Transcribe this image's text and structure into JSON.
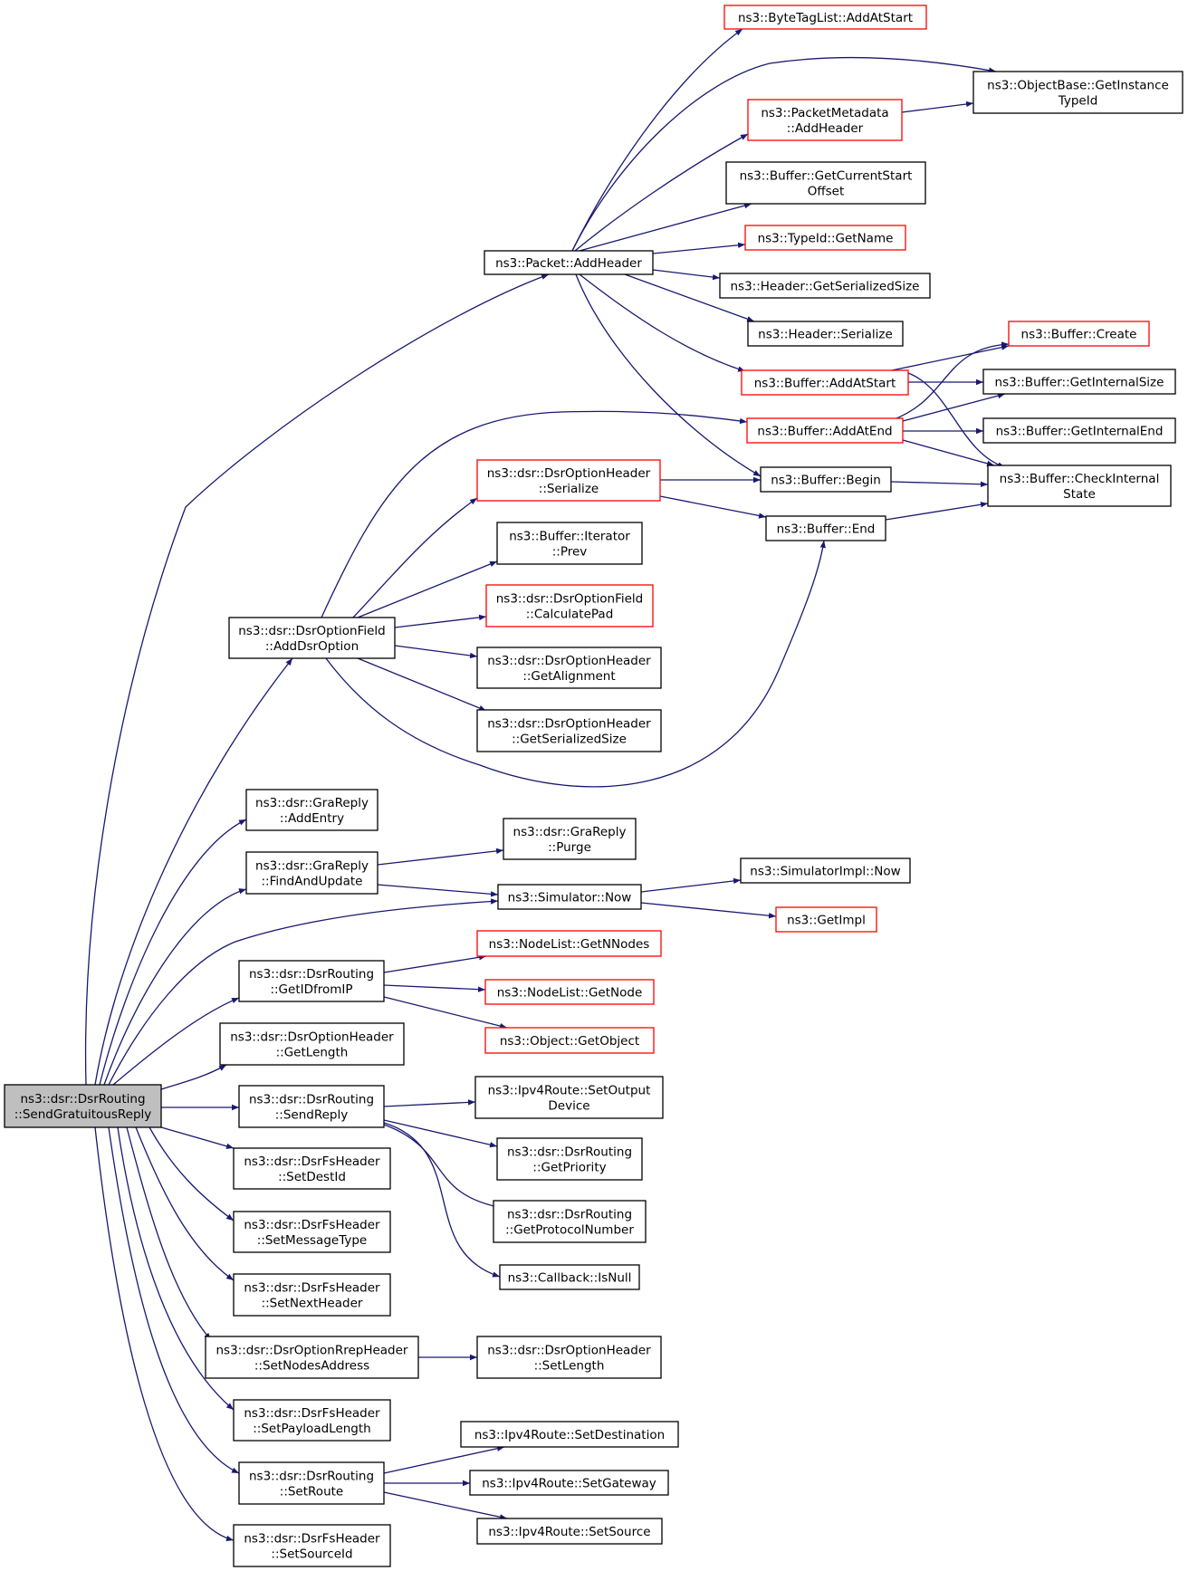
{
  "colors": {
    "edge": "#191970",
    "border_normal": "#000000",
    "border_truncated": "#ff0000",
    "root_fill": "#bfbfbf",
    "node_fill": "#ffffff"
  },
  "nodes": [
    {
      "id": "root",
      "lines": [
        "ns3::dsr::DsrRouting",
        "::SendGratuitousReply"
      ],
      "style": "root"
    },
    {
      "id": "pkt_addheader",
      "lines": [
        "ns3::Packet::AddHeader"
      ],
      "style": "normal"
    },
    {
      "id": "btl_addatstart",
      "lines": [
        "ns3::ByteTagList::AddAtStart"
      ],
      "style": "truncated"
    },
    {
      "id": "ob_getinstancetypeid",
      "lines": [
        "ns3::ObjectBase::GetInstance",
        "TypeId"
      ],
      "style": "normal"
    },
    {
      "id": "pm_addheader",
      "lines": [
        "ns3::PacketMetadata",
        "::AddHeader"
      ],
      "style": "truncated"
    },
    {
      "id": "buf_getcurrentstartoffset",
      "lines": [
        "ns3::Buffer::GetCurrentStart",
        "Offset"
      ],
      "style": "normal"
    },
    {
      "id": "typeid_getname",
      "lines": [
        "ns3::TypeId::GetName"
      ],
      "style": "truncated"
    },
    {
      "id": "hdr_getserializedsize",
      "lines": [
        "ns3::Header::GetSerializedSize"
      ],
      "style": "normal"
    },
    {
      "id": "hdr_serialize",
      "lines": [
        "ns3::Header::Serialize"
      ],
      "style": "normal"
    },
    {
      "id": "buf_create",
      "lines": [
        "ns3::Buffer::Create"
      ],
      "style": "truncated"
    },
    {
      "id": "buf_addatstart",
      "lines": [
        "ns3::Buffer::AddAtStart"
      ],
      "style": "truncated"
    },
    {
      "id": "buf_getinternalsize",
      "lines": [
        "ns3::Buffer::GetInternalSize"
      ],
      "style": "normal"
    },
    {
      "id": "buf_addatend",
      "lines": [
        "ns3::Buffer::AddAtEnd"
      ],
      "style": "truncated"
    },
    {
      "id": "buf_getinternalend",
      "lines": [
        "ns3::Buffer::GetInternalEnd"
      ],
      "style": "normal"
    },
    {
      "id": "doh_serialize",
      "lines": [
        "ns3::dsr::DsrOptionHeader",
        "::Serialize"
      ],
      "style": "truncated"
    },
    {
      "id": "buf_begin",
      "lines": [
        "ns3::Buffer::Begin"
      ],
      "style": "normal"
    },
    {
      "id": "buf_checkinternalstate",
      "lines": [
        "ns3::Buffer::CheckInternal",
        "State"
      ],
      "style": "normal"
    },
    {
      "id": "buf_end",
      "lines": [
        "ns3::Buffer::End"
      ],
      "style": "normal"
    },
    {
      "id": "bufit_prev",
      "lines": [
        "ns3::Buffer::Iterator",
        "::Prev"
      ],
      "style": "normal"
    },
    {
      "id": "dof_calculatepad",
      "lines": [
        "ns3::dsr::DsrOptionField",
        "::CalculatePad"
      ],
      "style": "truncated"
    },
    {
      "id": "dof_adddsroption",
      "lines": [
        "ns3::dsr::DsrOptionField",
        "::AddDsrOption"
      ],
      "style": "normal"
    },
    {
      "id": "doh_getalignment",
      "lines": [
        "ns3::dsr::DsrOptionHeader",
        "::GetAlignment"
      ],
      "style": "normal"
    },
    {
      "id": "doh_getserializedsize",
      "lines": [
        "ns3::dsr::DsrOptionHeader",
        "::GetSerializedSize"
      ],
      "style": "normal"
    },
    {
      "id": "gr_addentry",
      "lines": [
        "ns3::dsr::GraReply",
        "::AddEntry"
      ],
      "style": "normal"
    },
    {
      "id": "gr_purge",
      "lines": [
        "ns3::dsr::GraReply",
        "::Purge"
      ],
      "style": "normal"
    },
    {
      "id": "gr_findandupdate",
      "lines": [
        "ns3::dsr::GraReply",
        "::FindAndUpdate"
      ],
      "style": "normal"
    },
    {
      "id": "simimpl_now",
      "lines": [
        "ns3::SimulatorImpl::Now"
      ],
      "style": "normal"
    },
    {
      "id": "sim_now",
      "lines": [
        "ns3::Simulator::Now"
      ],
      "style": "normal"
    },
    {
      "id": "getimpl",
      "lines": [
        "ns3::GetImpl"
      ],
      "style": "truncated"
    },
    {
      "id": "nl_getnnodes",
      "lines": [
        "ns3::NodeList::GetNNodes"
      ],
      "style": "truncated"
    },
    {
      "id": "dr_getidfromip",
      "lines": [
        "ns3::dsr::DsrRouting",
        "::GetIDfromIP"
      ],
      "style": "normal"
    },
    {
      "id": "nl_getnode",
      "lines": [
        "ns3::NodeList::GetNode"
      ],
      "style": "truncated"
    },
    {
      "id": "obj_getobject",
      "lines": [
        "ns3::Object::GetObject"
      ],
      "style": "truncated"
    },
    {
      "id": "doh_getlength",
      "lines": [
        "ns3::dsr::DsrOptionHeader",
        "::GetLength"
      ],
      "style": "normal"
    },
    {
      "id": "ipv4r_setoutputdevice",
      "lines": [
        "ns3::Ipv4Route::SetOutput",
        "Device"
      ],
      "style": "normal"
    },
    {
      "id": "dr_sendreply",
      "lines": [
        "ns3::dsr::DsrRouting",
        "::SendReply"
      ],
      "style": "normal"
    },
    {
      "id": "dr_getpriority",
      "lines": [
        "ns3::dsr::DsrRouting",
        "::GetPriority"
      ],
      "style": "normal"
    },
    {
      "id": "dfh_setdestid",
      "lines": [
        "ns3::dsr::DsrFsHeader",
        "::SetDestId"
      ],
      "style": "normal"
    },
    {
      "id": "dr_getprotocolnumber",
      "lines": [
        "ns3::dsr::DsrRouting",
        "::GetProtocolNumber"
      ],
      "style": "normal"
    },
    {
      "id": "dfh_setmessagetype",
      "lines": [
        "ns3::dsr::DsrFsHeader",
        "::SetMessageType"
      ],
      "style": "normal"
    },
    {
      "id": "cb_isnull",
      "lines": [
        "ns3::Callback::IsNull"
      ],
      "style": "normal"
    },
    {
      "id": "dfh_setnextheader",
      "lines": [
        "ns3::dsr::DsrFsHeader",
        "::SetNextHeader"
      ],
      "style": "normal"
    },
    {
      "id": "dorh_setnodesaddress",
      "lines": [
        "ns3::dsr::DsrOptionRrepHeader",
        "::SetNodesAddress"
      ],
      "style": "normal"
    },
    {
      "id": "doh_setlength",
      "lines": [
        "ns3::dsr::DsrOptionHeader",
        "::SetLength"
      ],
      "style": "normal"
    },
    {
      "id": "dfh_setpayloadlength",
      "lines": [
        "ns3::dsr::DsrFsHeader",
        "::SetPayloadLength"
      ],
      "style": "normal"
    },
    {
      "id": "ipv4r_setdestination",
      "lines": [
        "ns3::Ipv4Route::SetDestination"
      ],
      "style": "normal"
    },
    {
      "id": "dr_setroute",
      "lines": [
        "ns3::dsr::DsrRouting",
        "::SetRoute"
      ],
      "style": "normal"
    },
    {
      "id": "ipv4r_setgateway",
      "lines": [
        "ns3::Ipv4Route::SetGateway"
      ],
      "style": "normal"
    },
    {
      "id": "ipv4r_setsource",
      "lines": [
        "ns3::Ipv4Route::SetSource"
      ],
      "style": "normal"
    },
    {
      "id": "dfh_setsourceid",
      "lines": [
        "ns3::dsr::DsrFsHeader",
        "::SetSourceId"
      ],
      "style": "normal"
    }
  ],
  "edges": [
    {
      "from": "root",
      "to": "pkt_addheader"
    },
    {
      "from": "root",
      "to": "dof_adddsroption"
    },
    {
      "from": "root",
      "to": "gr_addentry"
    },
    {
      "from": "root",
      "to": "gr_findandupdate"
    },
    {
      "from": "root",
      "to": "sim_now"
    },
    {
      "from": "root",
      "to": "dr_getidfromip"
    },
    {
      "from": "root",
      "to": "doh_getlength"
    },
    {
      "from": "root",
      "to": "dr_sendreply"
    },
    {
      "from": "root",
      "to": "dfh_setdestid"
    },
    {
      "from": "root",
      "to": "dfh_setmessagetype"
    },
    {
      "from": "root",
      "to": "dfh_setnextheader"
    },
    {
      "from": "root",
      "to": "dorh_setnodesaddress"
    },
    {
      "from": "root",
      "to": "dfh_setpayloadlength"
    },
    {
      "from": "root",
      "to": "dr_setroute"
    },
    {
      "from": "root",
      "to": "dfh_setsourceid"
    },
    {
      "from": "pkt_addheader",
      "to": "btl_addatstart"
    },
    {
      "from": "pkt_addheader",
      "to": "ob_getinstancetypeid"
    },
    {
      "from": "pkt_addheader",
      "to": "pm_addheader"
    },
    {
      "from": "pkt_addheader",
      "to": "buf_getcurrentstartoffset"
    },
    {
      "from": "pkt_addheader",
      "to": "typeid_getname"
    },
    {
      "from": "pkt_addheader",
      "to": "hdr_getserializedsize"
    },
    {
      "from": "pkt_addheader",
      "to": "hdr_serialize"
    },
    {
      "from": "pkt_addheader",
      "to": "buf_addatstart"
    },
    {
      "from": "pkt_addheader",
      "to": "buf_begin"
    },
    {
      "from": "pm_addheader",
      "to": "ob_getinstancetypeid"
    },
    {
      "from": "buf_addatstart",
      "to": "buf_create"
    },
    {
      "from": "buf_addatstart",
      "to": "buf_getinternalsize"
    },
    {
      "from": "buf_addatstart",
      "to": "buf_checkinternalstate"
    },
    {
      "from": "buf_addatend",
      "to": "buf_create"
    },
    {
      "from": "buf_addatend",
      "to": "buf_getinternalsize"
    },
    {
      "from": "buf_addatend",
      "to": "buf_getinternalend"
    },
    {
      "from": "buf_addatend",
      "to": "buf_checkinternalstate"
    },
    {
      "from": "buf_begin",
      "to": "buf_checkinternalstate"
    },
    {
      "from": "buf_end",
      "to": "buf_checkinternalstate"
    },
    {
      "from": "doh_serialize",
      "to": "buf_begin"
    },
    {
      "from": "doh_serialize",
      "to": "buf_end"
    },
    {
      "from": "dof_adddsroption",
      "to": "buf_addatend"
    },
    {
      "from": "dof_adddsroption",
      "to": "doh_serialize"
    },
    {
      "from": "dof_adddsroption",
      "to": "bufit_prev"
    },
    {
      "from": "dof_adddsroption",
      "to": "dof_calculatepad"
    },
    {
      "from": "dof_adddsroption",
      "to": "doh_getalignment"
    },
    {
      "from": "dof_adddsroption",
      "to": "doh_getserializedsize"
    },
    {
      "from": "dof_adddsroption",
      "to": "buf_end"
    },
    {
      "from": "gr_findandupdate",
      "to": "gr_purge"
    },
    {
      "from": "gr_findandupdate",
      "to": "sim_now"
    },
    {
      "from": "sim_now",
      "to": "simimpl_now"
    },
    {
      "from": "sim_now",
      "to": "getimpl"
    },
    {
      "from": "dr_getidfromip",
      "to": "nl_getnnodes"
    },
    {
      "from": "dr_getidfromip",
      "to": "nl_getnode"
    },
    {
      "from": "dr_getidfromip",
      "to": "obj_getobject"
    },
    {
      "from": "dr_sendreply",
      "to": "ipv4r_setoutputdevice"
    },
    {
      "from": "dr_sendreply",
      "to": "dr_getpriority"
    },
    {
      "from": "dr_sendreply",
      "to": "dr_getprotocolnumber"
    },
    {
      "from": "dr_sendreply",
      "to": "cb_isnull"
    },
    {
      "from": "dorh_setnodesaddress",
      "to": "doh_setlength"
    },
    {
      "from": "dr_setroute",
      "to": "ipv4r_setdestination"
    },
    {
      "from": "dr_setroute",
      "to": "ipv4r_setgateway"
    },
    {
      "from": "dr_setroute",
      "to": "ipv4r_setsource"
    }
  ]
}
